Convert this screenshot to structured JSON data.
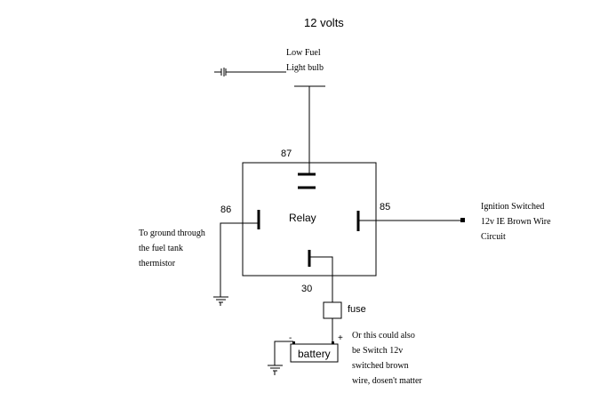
{
  "title": "12 volts",
  "bulb": {
    "line1": "Low Fuel",
    "line2": "Light bulb"
  },
  "relay": {
    "label": "Relay",
    "pins": {
      "p87": "87",
      "p86": "86",
      "p85": "85",
      "p30": "30"
    }
  },
  "ground_note": {
    "line1": "To ground through",
    "line2": "the fuel tank",
    "line3": "thermistor"
  },
  "ignition_note": {
    "line1": "Ignition Switched",
    "line2": "12v  IE Brown Wire",
    "line3": "Circuit"
  },
  "fuse": {
    "label": "fuse"
  },
  "battery": {
    "label": "battery",
    "minus": "-",
    "plus": "+"
  },
  "alt_note": {
    "line1": "Or this could also",
    "line2": "be Switch 12v",
    "line3": "switched brown",
    "line4": "wire, dosen't matter"
  }
}
